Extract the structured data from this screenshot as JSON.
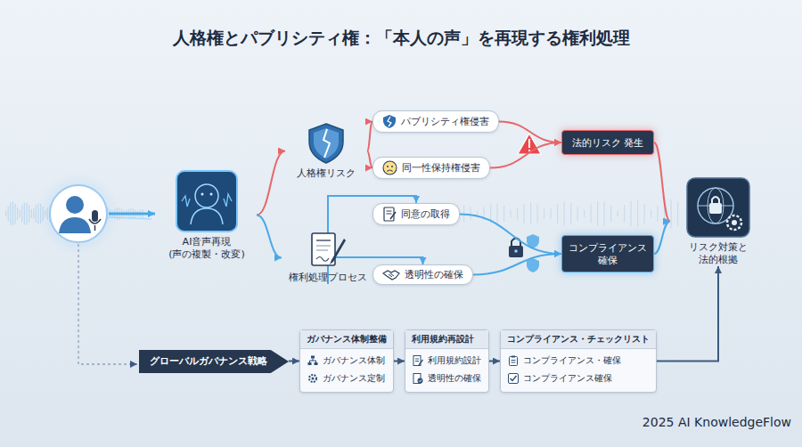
{
  "diagram": {
    "title": "人格権とパブリシティ権：「本人の声」を再現する権利処理",
    "nodes": [
      {
        "text": [
          "AI音声再現 (声の複製・改変)"
        ]
      },
      {
        "text": [
          "人格権リスク"
        ]
      },
      {
        "text": [
          "パブリシティ権侵害"
        ]
      },
      {
        "text": [
          "同一性保持権侵害"
        ]
      },
      {
        "text": [
          "法的リスク 発生"
        ]
      },
      {
        "text": [
          "権利処理プロセス"
        ]
      },
      {
        "text": [
          "同意の取得"
        ]
      },
      {
        "text": [
          "透明性の確保"
        ]
      },
      {
        "text": [
          "コンプライアンス 確保"
        ]
      },
      {
        "text": [
          "リスク対策と 法的根拠"
        ]
      },
      {
        "text": [
          "グローバルガバナンス戦略"
        ]
      },
      {
        "text": [
          "ガバナンス体制整備",
          "ガバナンス体制",
          "ガバナンス定制"
        ]
      },
      {
        "text": [
          "利用規約再設計",
          "利用規約設計",
          "透明性の確保"
        ]
      },
      {
        "text": [
          "コンプライアンス・チェックリスト",
          "コンプライアンス・確保",
          "コンプライアンス確保"
        ]
      }
    ],
    "edges": [
      {
        "from": 0,
        "to": 1,
        "arrow": "to"
      },
      {
        "from": 0,
        "to": 5,
        "arrow": "to"
      },
      {
        "from": 1,
        "to": 2,
        "arrow": "to"
      },
      {
        "from": 1,
        "to": 3,
        "arrow": "to"
      },
      {
        "from": 2,
        "to": 4,
        "arrow": "to"
      },
      {
        "from": 3,
        "to": 4,
        "arrow": "to"
      },
      {
        "from": 5,
        "to": 6,
        "arrow": "to"
      },
      {
        "from": 5,
        "to": 7,
        "arrow": "to"
      },
      {
        "from": 6,
        "to": 8,
        "arrow": "to"
      },
      {
        "from": 7,
        "to": 8,
        "arrow": "to"
      },
      {
        "from": 4,
        "to": 9,
        "arrow": "to"
      },
      {
        "from": 8,
        "to": 9,
        "arrow": "to"
      },
      {
        "from": 10,
        "to": 11,
        "arrow": "to"
      },
      {
        "from": 11,
        "to": 12,
        "arrow": "to"
      },
      {
        "from": 12,
        "to": 13,
        "arrow": "to"
      },
      {
        "from": 13,
        "to": 9,
        "arrow": "to"
      }
    ],
    "labels": [
      "2025 AI KnowledgeFlow"
    ]
  }
}
